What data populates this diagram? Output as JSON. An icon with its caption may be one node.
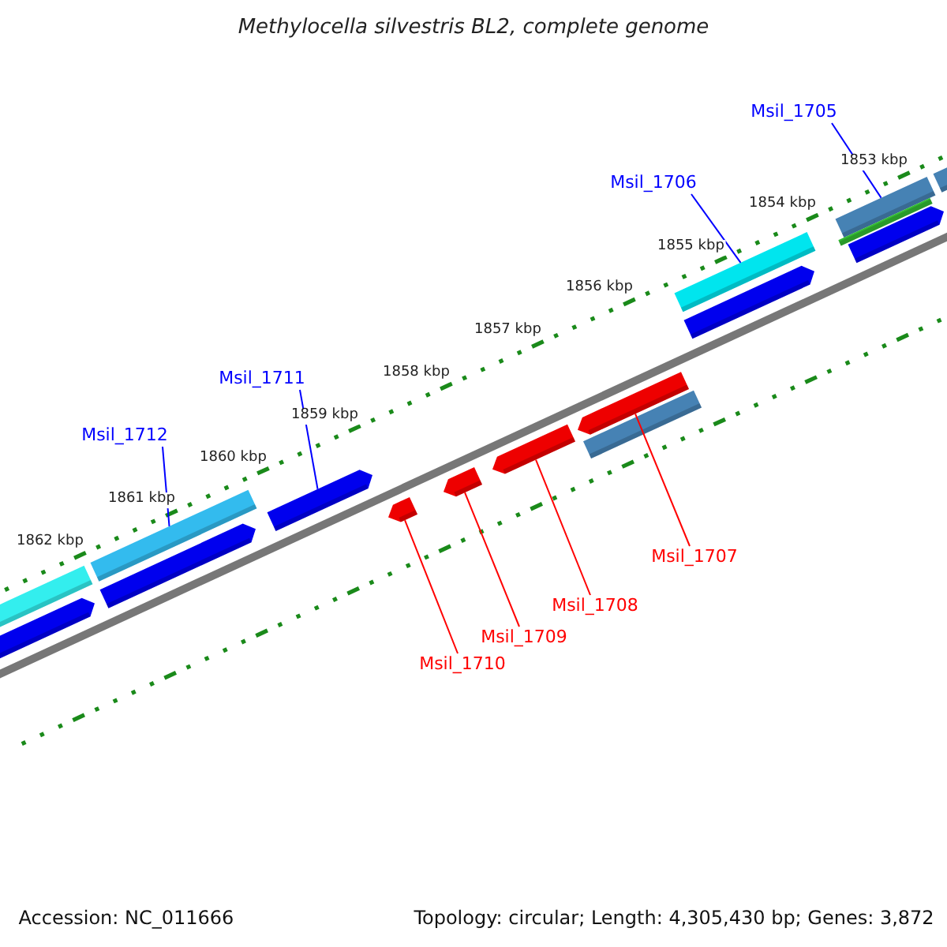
{
  "diagram": {
    "title": "Methylocella silvestris BL2, complete genome",
    "nodes": [
      {
        "text": [
          "Msil_1705"
        ]
      },
      {
        "text": [
          "Msil_1706"
        ]
      },
      {
        "text": [
          "Msil_1711"
        ]
      },
      {
        "text": [
          "Msil_1712"
        ]
      },
      {
        "text": [
          "Msil_1707"
        ]
      },
      {
        "text": [
          "Msil_1708"
        ]
      },
      {
        "text": [
          "Msil_1709"
        ]
      },
      {
        "text": [
          "Msil_1710"
        ]
      },
      {
        "text": [],
        "shape": "bar"
      },
      {
        "text": [],
        "shape": "bar"
      },
      {
        "text": [],
        "shape": "bar"
      },
      {
        "text": [],
        "shape": "bar"
      },
      {
        "text": [],
        "shape": "bar"
      },
      {
        "text": [],
        "shape": "bar"
      },
      {
        "text": [],
        "shape": "bar"
      },
      {
        "text": [],
        "shape": "bar"
      },
      {
        "text": [],
        "shape": "bar"
      },
      {
        "text": [],
        "shape": "bar"
      },
      {
        "text": [],
        "shape": "bar"
      },
      {
        "text": [],
        "shape": "bar"
      },
      {
        "text": [],
        "shape": "bar"
      },
      {
        "text": [],
        "shape": "bar"
      },
      {
        "text": [],
        "shape": "bar"
      },
      {
        "text": [],
        "shape": "bar"
      }
    ],
    "edges": [
      {
        "from": 0,
        "to": 20,
        "arrow": "none",
        "color": "#0000ff"
      },
      {
        "from": 1,
        "to": 18,
        "arrow": "none",
        "color": "#0000ff"
      },
      {
        "from": 2,
        "to": 12,
        "arrow": "none",
        "color": "#0000ff"
      },
      {
        "from": 3,
        "to": 10,
        "arrow": "none",
        "color": "#0000ff"
      },
      {
        "from": 4,
        "to": 16,
        "arrow": "none",
        "color": "#ff0000"
      },
      {
        "from": 5,
        "to": 15,
        "arrow": "none",
        "color": "#ff0000"
      },
      {
        "from": 6,
        "to": 14,
        "arrow": "none",
        "color": "#ff0000"
      },
      {
        "from": 7,
        "to": 13,
        "arrow": "none",
        "color": "#ff0000"
      }
    ],
    "labels": [
      "1853 kbp",
      "1854 kbp",
      "1855 kbp",
      "1856 kbp",
      "1857 kbp",
      "1858 kbp",
      "1859 kbp",
      "1860 kbp",
      "1861 kbp",
      "1862 kbp",
      "Accession: NC_011666",
      "Topology: circular; Length: 4,305,430 bp; Genes: 3,872"
    ]
  }
}
